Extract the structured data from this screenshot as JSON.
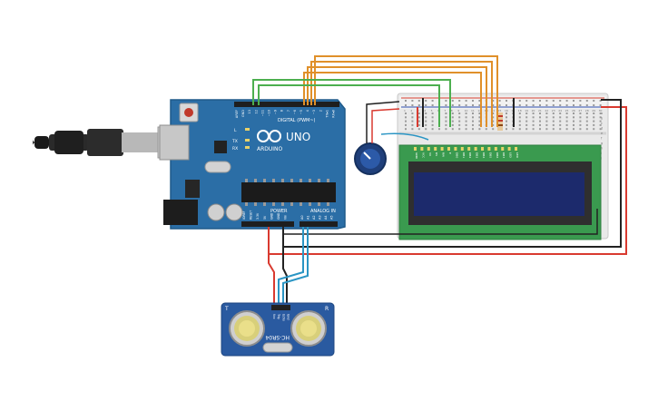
{
  "arduino": {
    "brand": "ARDUINO",
    "model": "UNO",
    "digital_label": "DIGITAL (PWM~)",
    "power_label": "POWER",
    "analog_label": "ANALOG IN",
    "led_labels": [
      "L",
      "TX",
      "RX"
    ],
    "top_pin_labels": [
      "AREF",
      "GND",
      "13",
      "12",
      "~11",
      "~10",
      "~9",
      "8",
      "7",
      "~6",
      "~5",
      "4",
      "~3",
      "2",
      "TX▸1",
      "RX◂0"
    ],
    "power_pin_labels": [
      "IOREF",
      "RESET",
      "3.3V",
      "5V",
      "GND",
      "GND",
      "Vin"
    ],
    "analog_pin_labels": [
      "A0",
      "A1",
      "A2",
      "A3",
      "A4",
      "A5"
    ]
  },
  "lcd": {
    "pin_labels": [
      "GND",
      "VCC",
      "V0",
      "RS",
      "RW",
      "E",
      "DB0",
      "DB1",
      "DB2",
      "DB3",
      "DB4",
      "DB5",
      "DB6",
      "DB7",
      "LED",
      "LED"
    ]
  },
  "sensor": {
    "model": "HC-SR04",
    "pin_labels": [
      "Vcc",
      "Trig",
      "Echo",
      "Gnd"
    ],
    "side_labels": [
      "T",
      "R"
    ]
  },
  "breadboard": {
    "row_letters": [
      "a",
      "b",
      "c",
      "d",
      "e",
      "f",
      "g",
      "h",
      "i",
      "j"
    ],
    "column_numbers": [
      "1",
      "2",
      "3",
      "4",
      "5",
      "6",
      "7",
      "8",
      "9",
      "10",
      "11",
      "12",
      "13",
      "14",
      "15",
      "16",
      "17",
      "18",
      "19",
      "20",
      "21",
      "22",
      "23",
      "24",
      "25",
      "26",
      "27",
      "28",
      "29",
      "30"
    ]
  },
  "colors": {
    "arduino_board": "#2b6ea6",
    "breadboard": "#e9e9e9",
    "lcd_board": "#3a9a4f",
    "lcd_screen": "#1c2a6c",
    "sensor_board": "#2a5aa0",
    "wire_orange": "#e0902a",
    "wire_green": "#4caf4f",
    "wire_red": "#d93a30",
    "wire_black": "#222222",
    "wire_blue": "#2a95c4"
  }
}
